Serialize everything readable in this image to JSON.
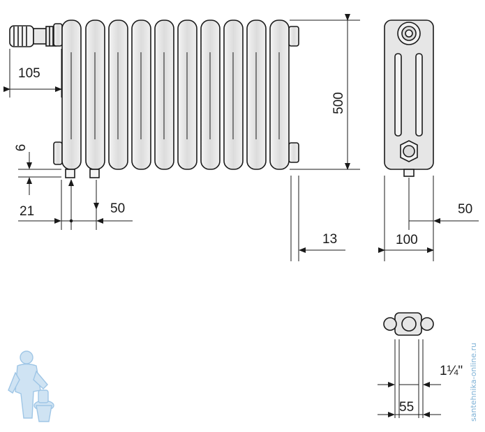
{
  "dimensions": {
    "offset_105": "105",
    "height_500": "500",
    "gap_6": "6",
    "offset_21": "21",
    "pipe_50": "50",
    "wall_13": "13",
    "depth_100": "100",
    "side_50": "50",
    "coupling_55": "55",
    "thread": "1¼\""
  },
  "watermark": {
    "text": "santehnika-online.ru",
    "color": "#7fb2d6"
  },
  "colors": {
    "line": "#1a1a1a",
    "radiator_fill": "#e6e6e6",
    "mascot": "#9fc6e6"
  }
}
